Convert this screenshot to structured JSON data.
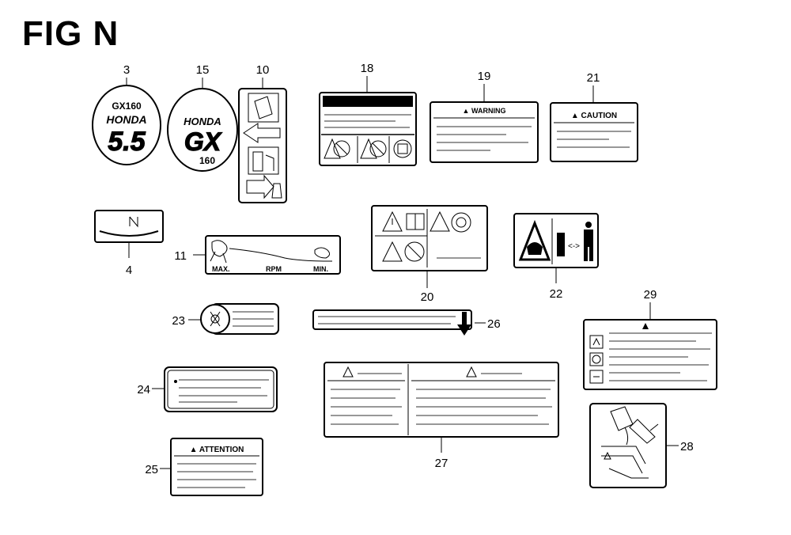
{
  "figure": {
    "title": "FIG N"
  },
  "parts": [
    {
      "id": "p3",
      "number": "3"
    },
    {
      "id": "p15",
      "number": "15"
    },
    {
      "id": "p10",
      "number": "10"
    },
    {
      "id": "p18",
      "number": "18"
    },
    {
      "id": "p19",
      "number": "19"
    },
    {
      "id": "p21",
      "number": "21"
    },
    {
      "id": "p4",
      "number": "4"
    },
    {
      "id": "p11",
      "number": "11"
    },
    {
      "id": "p20",
      "number": "20"
    },
    {
      "id": "p22",
      "number": "22"
    },
    {
      "id": "p23",
      "number": "23"
    },
    {
      "id": "p26",
      "number": "26"
    },
    {
      "id": "p29",
      "number": "29"
    },
    {
      "id": "p24",
      "number": "24"
    },
    {
      "id": "p27",
      "number": "27"
    },
    {
      "id": "p28",
      "number": "28"
    },
    {
      "id": "p25",
      "number": "25"
    }
  ],
  "label_text": {
    "decal3_top": "GX160",
    "decal3_mid": "HONDA",
    "decal3_big": "5.5",
    "decal15_brand": "HONDA",
    "decal15_model": "GX",
    "decal15_sub": "160",
    "label19_header": "▲ WARNING",
    "label21_header": "▲ CAUTION",
    "label11_max": "MAX.",
    "label11_rpm": "RPM",
    "label11_min": "MIN.",
    "label25_header": "▲ ATTENTION"
  }
}
